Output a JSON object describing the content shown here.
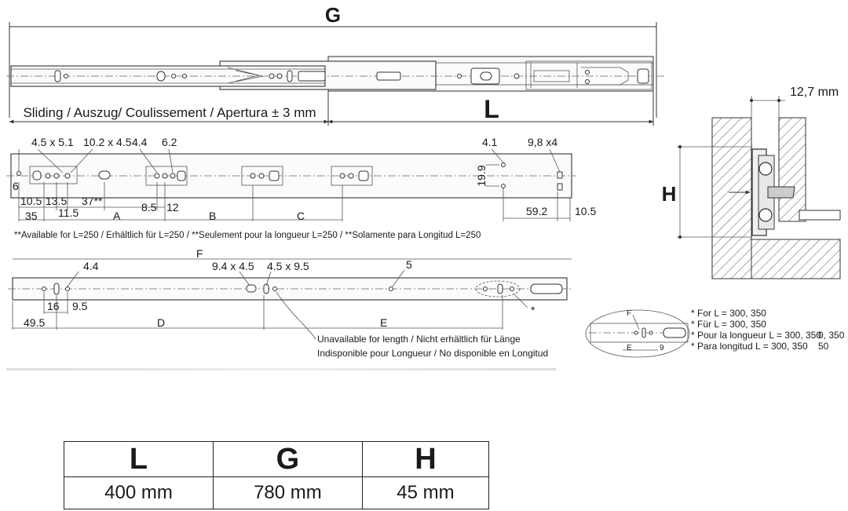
{
  "top_view": {
    "label_g": "G",
    "label_l": "L",
    "sliding_text": "Sliding / Auszug/ Coulissement / Apertura ± 3 mm"
  },
  "mid_rail": {
    "dims": [
      "4.5 x 5.1",
      "10.2 x 4.5",
      "4.4",
      "6.2",
      "4.1",
      "9,8 x4",
      "6",
      "19.9",
      "10.5",
      "13.5",
      "37**",
      "35",
      "11.5",
      "A",
      "8.5",
      "12",
      "B",
      "C",
      "59.2",
      "10.5"
    ],
    "note": "**Available for L=250 / Erhältlich für L=250 / **Seulement pour la longueur L=250 / **Solamente para Longitud L=250"
  },
  "bottom_rail": {
    "dims": [
      "F",
      "4.4",
      "9.4 x 4.5",
      "4.5 x 9.5",
      "5",
      "16",
      "9.5",
      "49.5",
      "D",
      "E",
      "*"
    ],
    "unavailable_note": [
      "Unavailable for length / Nicht erhältlich für Länge",
      "Indisponible pour Longueur / No disponible en Longitud"
    ]
  },
  "section_view": {
    "width_label": "12,7 mm",
    "height_label": "H"
  },
  "detail": {
    "labels": [
      "F",
      "E",
      "9"
    ],
    "notes": [
      "* For L = 300, 350",
      "* Für L = 300, 350",
      "* Pour la longueur L = 300, 350",
      "* Para longitud L = 300, 350"
    ],
    "overflow": [
      "0, 350",
      "50"
    ]
  },
  "spec_table": {
    "headers": [
      "L",
      "G",
      "H"
    ],
    "values": [
      "400 mm",
      "780 mm",
      "45 mm"
    ]
  }
}
